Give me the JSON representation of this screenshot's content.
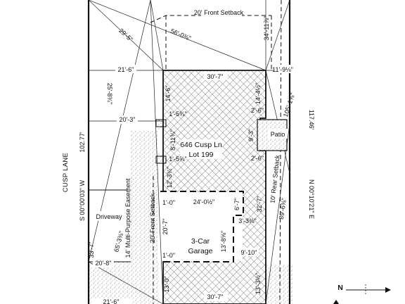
{
  "plan": {
    "street_name": "CUSP LANE",
    "address_line1": "646 Cusp Ln",
    "address_line2": "Lot 199",
    "garage_line1": "3-Car",
    "garage_line2": "Garage",
    "patio_label": "Patio",
    "driveway_label": "Driveway",
    "front_setback_top": "20' Front Setback",
    "front_setback_side": "20' Front Setback",
    "rear_setback": "10' Rear Setback",
    "easement": "14' Multi-Purpose Easement",
    "bearing_west": "S 00°00'03\" W",
    "bearing_east": "N 00°10'21\" E",
    "lot_width_street": "102.77'",
    "lot_depth_east": "117.46'",
    "north_label": "N",
    "dims": {
      "d_21_6_top": "21'-6\"",
      "d_30_7_top": "30'-7\"",
      "d_11_9": "11'-9⅛\"",
      "d_29_5": "29'-5\"",
      "d_56_0": "56'-0⅜\"",
      "d_34_11": "34'-11⅞\"",
      "d_25_8": "25'-8¾\"",
      "d_14_6": "14'-6\"",
      "d_14_4": "14'-4½\"",
      "d_105_1": "105'-1⅝\"",
      "d_20_3": "20'-3\"",
      "d_1_5": "1'-5¾\"",
      "d_2_6a": "2'-6\"",
      "d_9_3": "9'-3\"",
      "d_8_11": "8'-11¾\"",
      "d_1_5b": "1'-5⅝\"",
      "d_2_6b": "2'-6\"",
      "d_12_3": "12'-3¾\"",
      "d_1_0a": "1'-0\"",
      "d_24_0": "24'-0½\"",
      "d_6_7": "6'-7\"",
      "d_32_7": "32'-7\"",
      "d_89_6": "89'-6⅜\"",
      "d_20_7": "20'-7\"",
      "d_3_3": "3'-3⅜\"",
      "d_13_8": "13'-8⅝\"",
      "d_65_3": "65'-3⅜\"",
      "d_33_7": "33'-7\"",
      "d_1_0b": "1'-0\"",
      "d_9_10": "9'-10\"",
      "d_20_8": "20'-8\"",
      "d_13_0": "13'-0\"",
      "d_30_7_bot": "30'-7\"",
      "d_13_3": "13'-3½\"",
      "d_21_6_bot": "21'-6\""
    }
  }
}
